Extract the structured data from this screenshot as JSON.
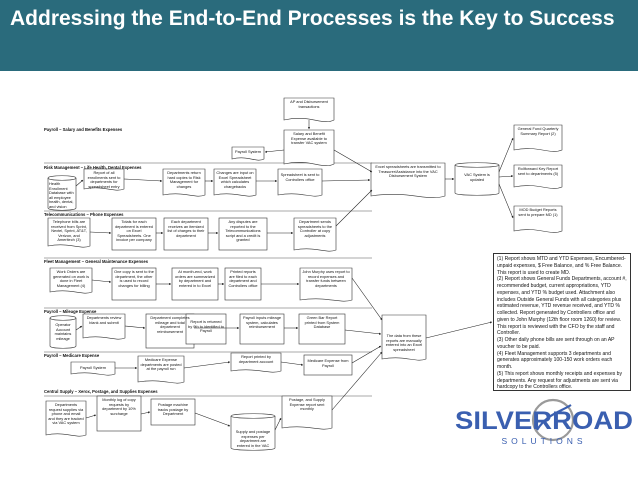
{
  "title": "Addressing the End-to-End Processes is the Key to Success",
  "lanes": [
    "Payroll – Salary and Benefits Expenses",
    "Risk Management – Life Health, Dental Expenses",
    "Telecommunications – Phone Expenses",
    "Fleet Management – General Maintenance Expenses",
    "Payroll – Mileage Expense",
    "Payroll – Medicare Expense",
    "Central Supply – Xerox, Postage, and Supplies Expenses"
  ],
  "boxes": {
    "ap_transactions": "AP and Disbursement transactions",
    "salary_benefit": "Salary and Benefit Expense available to transfer VAC system",
    "payroll_system_1": "Payroll System",
    "excel_spreadsheets": "Excel spreadsheets are transmitted to Treasurer/Assistance into the VAC Disbursement System",
    "vac_system_updated": "VAC System is updated",
    "general_fund": "General Fund Quarterly Summary Report (2)",
    "rollforward": "Rollforward Key Report sent to departments (5)",
    "mod_budget": "MOD Budget Reports sent to prepare MD (1)",
    "health_enrollment": "Health Enrollment Database with all employee health, dental, and vision expenses",
    "report_enrollments": "Report of all enrollments sent to departments for spreadsheet entry",
    "depts_return_copies": "Departments return hard copies to Risk Management for changes",
    "changes_input": "Changes are input on Excel Spreadsheet which calculates chargebacks",
    "spreadsheet_sent": "Spreadsheet is sent to Controllers office",
    "telephone_bills": "Telephone bills are received from Sprint, Nextel, Sprint, AT&T, Verizon, and Ameritech (3)",
    "totals_department": "Totals for each department is entered on Excel Spreadsheets. One invoice per company",
    "each_department": "Each department receives an itemized list of charges to their department",
    "any_disputes": "Any disputes are reported to the Telecommunications script and a credit is granted",
    "dept_sends": "Department sends spreadsheets to the Controller at copy adjustments",
    "work_orders": "Work Orders are generated on work is done in Fleet Management (4)",
    "one_copy": "One copy is sent to the department, the other is used to record changes for billing",
    "at_months_end": "At month-end, work orders are summarized by department and entered in to Excel",
    "printed_reports": "Printed reports are filed to each department and Controllers office",
    "john_murphy": "John Murphy uses report to record expenses and transfer funds between departments",
    "operator_account": "Operator Account maintains mileage",
    "depts_review": "Departments review blank and submit",
    "dept_completes": "Department completes mileage and total department reimbursement",
    "report_returned": "Report is returned by 9th to identified to Payroll",
    "payroll_inputs": "Payroll inputs mileage system, calculates reimbursement",
    "green_bar": "Green Bar Report printed from System Database",
    "payroll_system_2": "Payroll System",
    "medicare_expense_1": "Medicare Expense departments are posted at the payroll run",
    "report_printed": "Report printed by department account",
    "medicare_expense_2": "Medicare Expense from Payroll",
    "depts_request": "Departments request supplies via phone and email and they are tracked via VAC system",
    "xerox_copy": "Monthly log of copy requests by department by 10% surcharge",
    "postage_machine": "Postage machine tracks postage by Department",
    "supply_and_postage": "Supply and postage expenses per department are entered in the VAC system",
    "postage_supply": "Postage, and Supply Expense report sent monthly",
    "data_flows": "The data from these reports are manually entered into an Excel spreadsheet"
  },
  "note": "(1) Report shows MTD and YTD Expenses, Encumbered-unpaid expenses, $ Free Balance, and % Free Balance. This report is used to create MD.\n(2) Report shows General Funds Departments, account #, recommended budget, current appropriations, YTD expenses, and YTD % budget used. Attachment also includes Outside General Funds with all categories plus estimated revenue, YTD revenue received, and YTD % collected. Report generated by Controllers office and given to John Murphy (12th floor room 1260) for review. This report is reviewed with the CFO by the staff and Controller.\n(3) Other daily phone bills are sent through on an AP voucher to be paid.\n(4) Fleet Management supports 3 departments and generates approximately 100-150 work orders each month.\n(5) This report shows monthly receipts and expenses by departments. Any request for adjustments are sent via hardcopy to the Controllers office.",
  "logo": {
    "line1": "SILVERROAD",
    "line2": "SOLUTIONS"
  },
  "colors": {
    "title_bar": "#2a6b7c",
    "logo_blue": "#3a5fb0",
    "logo_grey": "#9a9a9a"
  }
}
